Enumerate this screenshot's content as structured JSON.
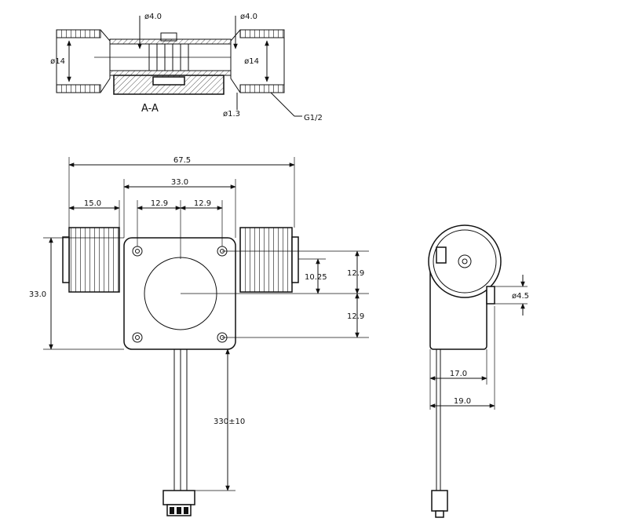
{
  "section": {
    "label": "A-A",
    "dim_top_left": "ø4.0",
    "dim_top_right": "ø4.0",
    "dim_left_bore": "ø14",
    "dim_right_bore": "ø14",
    "dim_small_hole": "ø1.3",
    "thread_label": "G1/2"
  },
  "front": {
    "overall_width": "67.5",
    "body_width": "33.0",
    "inlet_length": "15.0",
    "hole_pitch_left": "12.9",
    "hole_pitch_right": "12.9",
    "height": "33.0",
    "offset": "10.25",
    "hole_pitch_upper": "12.9",
    "hole_pitch_lower": "12.9",
    "cable_length": "330±10"
  },
  "side": {
    "nozzle_dia": "ø4.5",
    "depth_inner": "17.0",
    "depth_outer": "19.0"
  }
}
